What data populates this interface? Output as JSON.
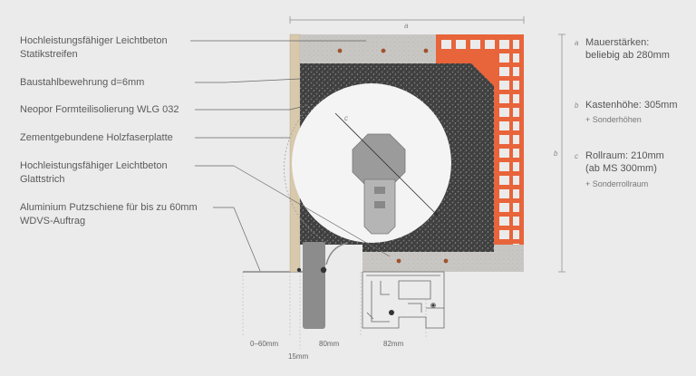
{
  "labels": [
    {
      "line1": "Hochleistungsfähiger Leichtbeton",
      "line2": "Statikstreifen"
    },
    {
      "line1": "Baustahlbewehrung d=6mm",
      "line2": ""
    },
    {
      "line1": "Neopor Formteilisolierung WLG 032",
      "line2": ""
    },
    {
      "line1": "Zementgebundene Holzfaserplatte",
      "line2": ""
    },
    {
      "line1": "Hochleistungsfähiger Leichtbeton",
      "line2": "Glattstrich"
    },
    {
      "line1": "Aluminium Putzschiene für bis zu 60mm",
      "line2": "WDVS-Auftrag"
    }
  ],
  "specs": [
    {
      "letter": "a",
      "line1": "Mauerstärken:",
      "line2": "beliebig ab 280mm",
      "sub": ""
    },
    {
      "letter": "b",
      "line1": "Kastenhöhe: 305mm",
      "line2": "",
      "sub": "+ Sonderhöhen"
    },
    {
      "letter": "c",
      "line1": "Rollraum: 210mm",
      "line2": "(ab MS 300mm)",
      "sub": "+ Sonderrollraum"
    }
  ],
  "axis_letters": {
    "a": "a",
    "b": "b",
    "c": "c"
  },
  "dimensions": {
    "d1": "0–60mm",
    "d2": "15mm",
    "d3": "80mm",
    "d4": "82mm"
  },
  "colors": {
    "background": "#ebebeb",
    "concrete": "#c8c6c2",
    "insulation": "#4a4a4a",
    "brick": "#e8643a",
    "wood": "#d8c9ad",
    "roller": "#f4f4f4",
    "line": "#555555"
  }
}
